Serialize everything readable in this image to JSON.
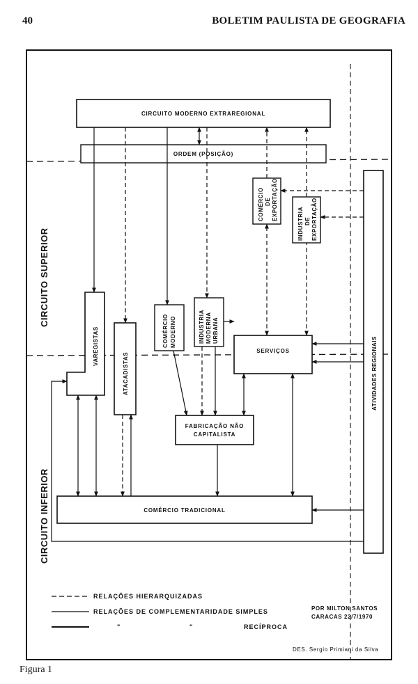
{
  "header": {
    "page_number": "40",
    "journal_title": "BOLETIM PAULISTA DE GEOGRAFIA"
  },
  "caption": "Figura 1",
  "diagram": {
    "regions": {
      "upper": "CIRCUITO SUPERIOR",
      "lower": "CIRCUITO INFERIOR"
    },
    "nodes": {
      "moderno_extraregional": "CIRCUITO MODERNO EXTRAREGIONAL",
      "ordem": "ORDEM (POSIÇÃO)",
      "comercio_exportacao": [
        "COMÉRCIO",
        "DE",
        "EXPORTAÇÃO"
      ],
      "industria_exportacao": [
        "INDUSTRIA",
        "DE",
        "EXPORTAÇÃO"
      ],
      "varegistas": "VAREGISTAS",
      "atacadistas": "ATACADISTAS",
      "comercio_moderno": [
        "COMÉRCIO",
        "MODERNO"
      ],
      "industria_moderna": [
        "INDUSTRIA",
        "MODERNA",
        "URBANA"
      ],
      "servicos": "SERVIÇOS",
      "fabricacao": [
        "FABRICAÇÃO NÃO",
        "CAPITALISTA"
      ],
      "comercio_tradicional": "COMÉRCIO TRADICIONAL",
      "atividades_regionais": "ATIVIDADES REGIONAIS"
    },
    "legend": {
      "dashed": "RELAÇÕES HIERARQUIZADAS",
      "solid": "RELAÇÕES DE COMPLEMENTARIDADE SIMPLES",
      "ditto_1": "\"",
      "ditto_2": "\"",
      "reciprocal": "RECÍPROCA"
    },
    "author": [
      "POR MILTON SANTOS",
      "CARACAS 22/7/1970"
    ],
    "drafter": "DES. Sergio Primiani da Silva"
  }
}
